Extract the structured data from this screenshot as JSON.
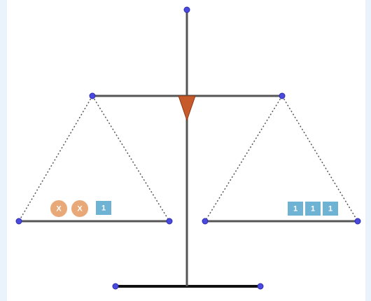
{
  "colors": {
    "beam": "#555555",
    "base": "#111111",
    "fulcrum": "#c65a2b",
    "point": "#4a4adf",
    "x_coin": "#e8a877",
    "unit_tile": "#6fb3d4"
  },
  "left_pan": {
    "items": [
      {
        "kind": "x",
        "label": "X"
      },
      {
        "kind": "x",
        "label": "X"
      },
      {
        "kind": "unit",
        "label": "1"
      }
    ]
  },
  "right_pan": {
    "items": [
      {
        "kind": "unit",
        "label": "1"
      },
      {
        "kind": "unit",
        "label": "1"
      },
      {
        "kind": "unit",
        "label": "1"
      }
    ]
  }
}
